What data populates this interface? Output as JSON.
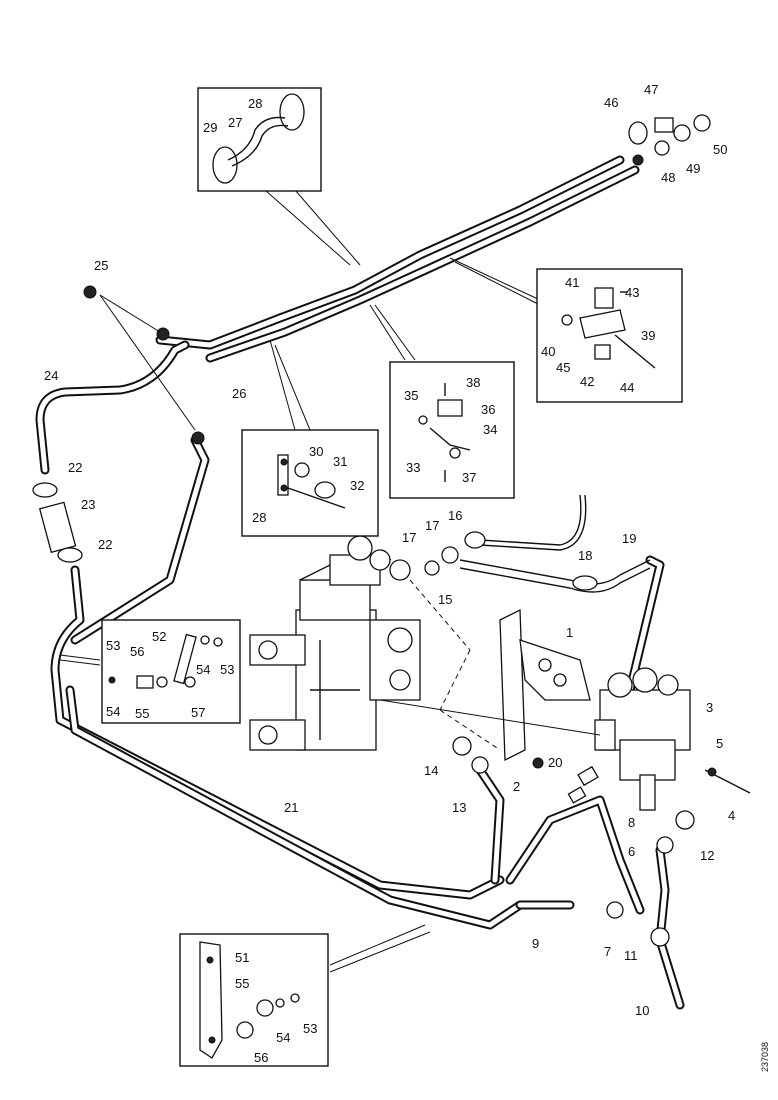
{
  "labels": {
    "1": "1",
    "2": "2",
    "3": "3",
    "4": "4",
    "5": "5",
    "6": "6",
    "7": "7",
    "8": "8",
    "9": "9",
    "10": "10",
    "11": "11",
    "12": "12",
    "13": "13",
    "14": "14",
    "15": "15",
    "16": "16",
    "17": "17",
    "18": "18",
    "19": "19",
    "20": "20",
    "21": "21",
    "22": "22",
    "23": "23",
    "24": "24",
    "25": "25",
    "26": "26",
    "27": "27",
    "28": "28",
    "29": "29",
    "30": "30",
    "31": "31",
    "32": "32",
    "33": "33",
    "34": "34",
    "35": "35",
    "36": "36",
    "37": "37",
    "38": "38",
    "39": "39",
    "40": "40",
    "41": "41",
    "42": "42",
    "43": "43",
    "44": "44",
    "45": "45",
    "46": "46",
    "47": "47",
    "48": "48",
    "49": "49",
    "50": "50",
    "51": "51",
    "52": "52",
    "53": "53",
    "54": "54",
    "55": "55",
    "56": "56",
    "57": "57"
  },
  "reference_code": "237038"
}
